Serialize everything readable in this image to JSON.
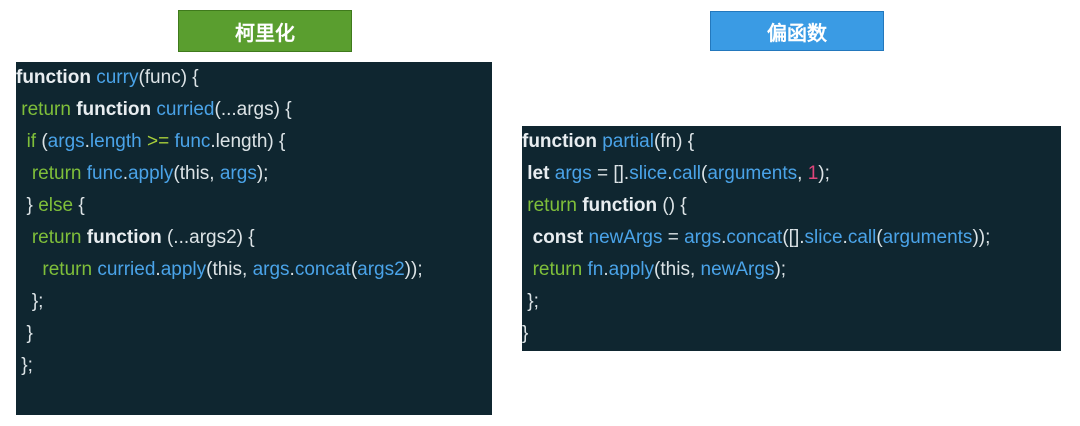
{
  "labels": {
    "left": "柯里化",
    "right": "偏函数"
  },
  "colors": {
    "label_left_bg": "#5a9e2f",
    "label_right_bg": "#3a9be4",
    "code_bg": "#0f2630",
    "keyword": "#e8edf0",
    "control": "#7fbf3a",
    "identifier": "#4aa3e8",
    "number": "#e0457b",
    "operator": "#a8cf3a",
    "plain": "#dce3e6"
  },
  "code_left": {
    "lines": [
      [
        [
          "kw",
          "function"
        ],
        [
          "pn",
          " "
        ],
        [
          "fn",
          "curry"
        ],
        [
          "pn",
          "(func) {"
        ]
      ],
      [
        [
          "pn",
          " "
        ],
        [
          "ctl",
          "return"
        ],
        [
          "pn",
          " "
        ],
        [
          "kw",
          "function"
        ],
        [
          "pn",
          " "
        ],
        [
          "fn",
          "curried"
        ],
        [
          "pn",
          "(...args) {"
        ]
      ],
      [
        [
          "pn",
          "  "
        ],
        [
          "ctl",
          "if"
        ],
        [
          "pn",
          " ("
        ],
        [
          "var",
          "args"
        ],
        [
          "pn",
          "."
        ],
        [
          "prop",
          "length"
        ],
        [
          "pn",
          " "
        ],
        [
          "op",
          ">="
        ],
        [
          "pn",
          " "
        ],
        [
          "var",
          "func"
        ],
        [
          "pn",
          ".length) {"
        ]
      ],
      [
        [
          "pn",
          "   "
        ],
        [
          "ctl",
          "return"
        ],
        [
          "pn",
          " "
        ],
        [
          "var",
          "func"
        ],
        [
          "pn",
          "."
        ],
        [
          "prop",
          "apply"
        ],
        [
          "pn",
          "("
        ],
        [
          "this",
          "this"
        ],
        [
          "pn",
          ", "
        ],
        [
          "var",
          "args"
        ],
        [
          "pn",
          ");"
        ]
      ],
      [
        [
          "pn",
          "  } "
        ],
        [
          "ctl",
          "else"
        ],
        [
          "pn",
          " {"
        ]
      ],
      [
        [
          "pn",
          "   "
        ],
        [
          "ctl",
          "return"
        ],
        [
          "pn",
          " "
        ],
        [
          "kw",
          "function"
        ],
        [
          "pn",
          " (...args2) {"
        ]
      ],
      [
        [
          "pn",
          "     "
        ],
        [
          "ctl",
          "return"
        ],
        [
          "pn",
          " "
        ],
        [
          "var",
          "curried"
        ],
        [
          "pn",
          "."
        ],
        [
          "prop",
          "apply"
        ],
        [
          "pn",
          "("
        ],
        [
          "this",
          "this"
        ],
        [
          "pn",
          ", "
        ],
        [
          "var",
          "args"
        ],
        [
          "pn",
          "."
        ],
        [
          "prop",
          "concat"
        ],
        [
          "pn",
          "("
        ],
        [
          "var",
          "args2"
        ],
        [
          "pn",
          "));"
        ]
      ],
      [
        [
          "pn",
          "   };"
        ]
      ],
      [
        [
          "pn",
          "  }"
        ]
      ],
      [
        [
          "pn",
          " };"
        ]
      ]
    ]
  },
  "code_right": {
    "lines": [
      [
        [
          "kw",
          "function"
        ],
        [
          "pn",
          " "
        ],
        [
          "fn",
          "partial"
        ],
        [
          "pn",
          "(fn) {"
        ]
      ],
      [
        [
          "pn",
          " "
        ],
        [
          "kw",
          "let"
        ],
        [
          "pn",
          " "
        ],
        [
          "var",
          "args"
        ],
        [
          "pn",
          " = []."
        ],
        [
          "prop",
          "slice"
        ],
        [
          "pn",
          "."
        ],
        [
          "prop",
          "call"
        ],
        [
          "pn",
          "("
        ],
        [
          "var",
          "arguments"
        ],
        [
          "pn",
          ", "
        ],
        [
          "num",
          "1"
        ],
        [
          "pn",
          ");"
        ]
      ],
      [
        [
          "pn",
          " "
        ],
        [
          "ctl",
          "return"
        ],
        [
          "pn",
          " "
        ],
        [
          "kw",
          "function"
        ],
        [
          "pn",
          " () {"
        ]
      ],
      [
        [
          "pn",
          "  "
        ],
        [
          "kw",
          "const"
        ],
        [
          "pn",
          " "
        ],
        [
          "var",
          "newArgs"
        ],
        [
          "pn",
          " = "
        ],
        [
          "var",
          "args"
        ],
        [
          "pn",
          "."
        ],
        [
          "prop",
          "concat"
        ],
        [
          "pn",
          "([]."
        ],
        [
          "prop",
          "slice"
        ],
        [
          "pn",
          "."
        ],
        [
          "prop",
          "call"
        ],
        [
          "pn",
          "("
        ],
        [
          "var",
          "arguments"
        ],
        [
          "pn",
          "));"
        ]
      ],
      [
        [
          "pn",
          "  "
        ],
        [
          "ctl",
          "return"
        ],
        [
          "pn",
          " "
        ],
        [
          "var",
          "fn"
        ],
        [
          "pn",
          "."
        ],
        [
          "prop",
          "apply"
        ],
        [
          "pn",
          "("
        ],
        [
          "this",
          "this"
        ],
        [
          "pn",
          ", "
        ],
        [
          "var",
          "newArgs"
        ],
        [
          "pn",
          ");"
        ]
      ],
      [
        [
          "pn",
          " };"
        ]
      ],
      [
        [
          "pn",
          "}"
        ]
      ]
    ]
  }
}
